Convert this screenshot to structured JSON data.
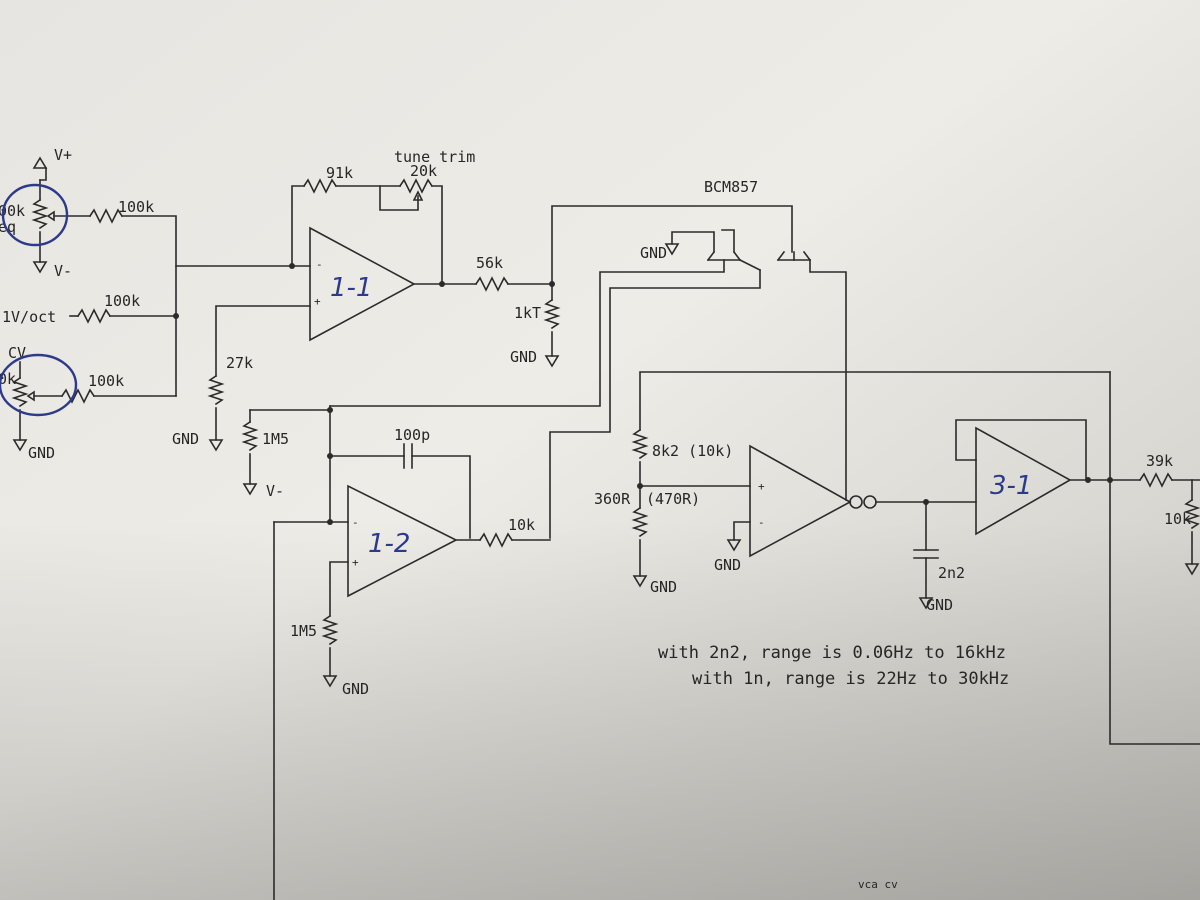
{
  "labels": {
    "vplus": "V+",
    "pot_l": "00k",
    "pot_l2": "eq",
    "vminus_l": "V-",
    "r_in1": "100k",
    "oct_in": "1V/oct",
    "r_in2": "100k",
    "cv": "CV",
    "pot_cv": "0k",
    "r_in3": "100k",
    "gnd_cv": "GND",
    "r_91k": "91k",
    "tune_trim": "tune trim",
    "r_20k": "20k",
    "r_56k": "56k",
    "r_1kt": "1kT",
    "gnd_1kt": "GND",
    "bcm": "BCM857",
    "gnd_q": "GND",
    "r_27k": "27k",
    "gnd_27k": "GND",
    "r_1m5a": "1M5",
    "vminus_b": "V-",
    "c_100p": "100p",
    "r_10k": "10k",
    "r_1m5b": "1M5",
    "gnd_b": "GND",
    "r_8k2": "8k2 (10k)",
    "r_360": "360R",
    "r_470": "(470R)",
    "gnd_div": "GND",
    "gnd_op4": "GND",
    "c_2n2": "2n2",
    "gnd_cap": "GND",
    "r_39k": "39k",
    "r_10k_r": "10k",
    "vca_cv": "vca cv",
    "plus": "+",
    "minus": "-"
  },
  "notes": {
    "line1": "with 2n2, range is 0.06Hz to 16kHz",
    "line2": "with 1n, range is 22Hz to 30kHz"
  },
  "handwritten": {
    "op1": "1-1",
    "op2": "1-2",
    "op3": "3-1"
  },
  "colors": {
    "paper": "#eceae4",
    "ink": "#2b2b2b",
    "pen": "#2d3a8c"
  }
}
